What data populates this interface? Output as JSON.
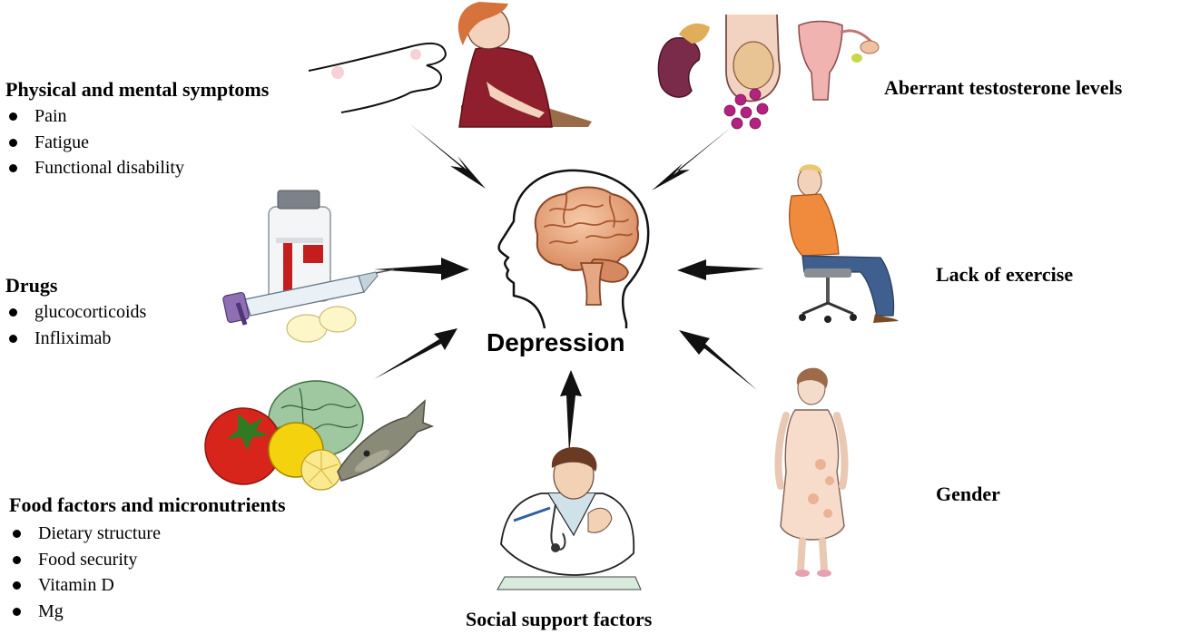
{
  "center": {
    "title": "Depression"
  },
  "factors": {
    "physical": {
      "heading": "Physical and mental symptoms",
      "items": [
        "Pain",
        "Fatigue",
        "Functional disability"
      ]
    },
    "testosterone": {
      "heading": "Aberrant testosterone levels"
    },
    "drugs": {
      "heading": "Drugs",
      "items": [
        "glucocorticoids",
        "Infliximab"
      ]
    },
    "exercise": {
      "heading": "Lack of exercise"
    },
    "food": {
      "heading": "Food factors and micronutrients",
      "items": [
        "Dietary structure",
        "Food security",
        "Vitamin D",
        "Mg"
      ]
    },
    "gender": {
      "heading": "Gender"
    },
    "social": {
      "heading": "Social support factors"
    }
  },
  "colors": {
    "brain": "#e3a27a",
    "brain_fold": "#a8572f",
    "arrow": "#111111",
    "sweater": "#8f1f2c",
    "pill": "#b2227e",
    "orange_shirt": "#f08a3c",
    "jeans": "#3f5f8f",
    "dress": "#f8dccb",
    "tomato": "#d8251c",
    "lemon": "#f5d20e",
    "fish": "#8a8a78"
  }
}
